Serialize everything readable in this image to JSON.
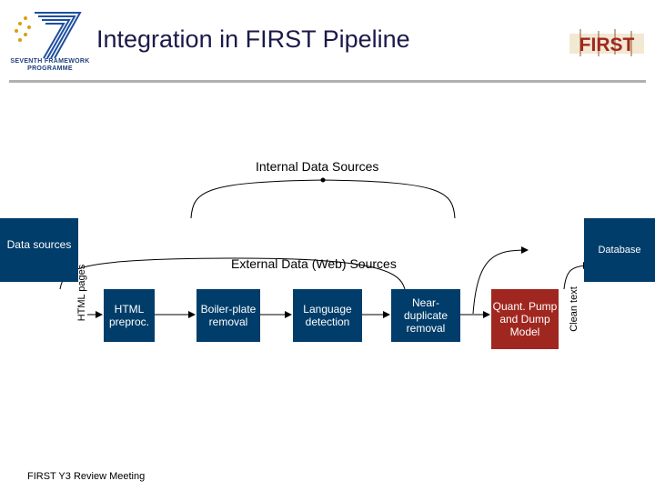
{
  "header": {
    "title": "Integration in FIRST Pipeline",
    "fp7_logo_text": "SEVENTH FRAMEWORK PROGRAMME",
    "first_logo_text": "FIRST"
  },
  "diagram": {
    "internal_sources_label": "Internal Data Sources",
    "external_sources_label": "External Data (Web) Sources",
    "data_sources": "Data sources",
    "database": "Database",
    "html_pages": "HTML pages",
    "clean_text": "Clean text",
    "steps": [
      {
        "label": "HTML preproc."
      },
      {
        "label": "Boiler-plate removal"
      },
      {
        "label": "Language detection"
      },
      {
        "label": "Near-duplicate removal"
      },
      {
        "label": "Quant. Pump and Dump Model"
      }
    ]
  },
  "footer": {
    "text": "FIRST Y3 Review Meeting"
  }
}
